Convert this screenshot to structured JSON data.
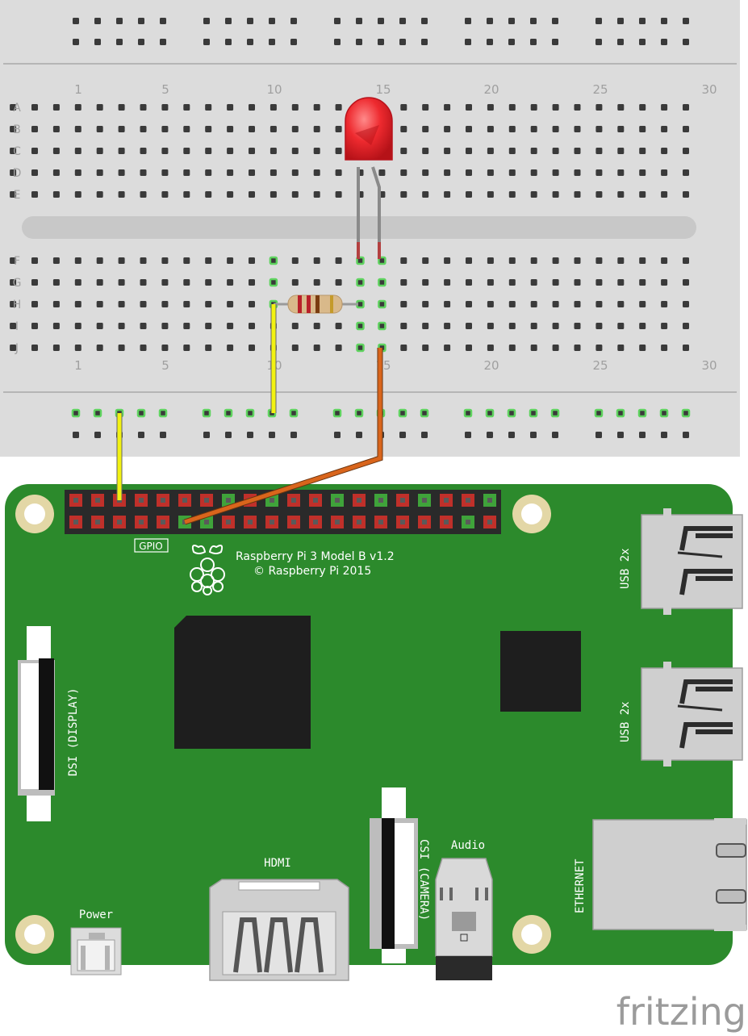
{
  "breadboard": {
    "top_numbers": [
      "1",
      "5",
      "10",
      "15",
      "20",
      "25",
      "30"
    ],
    "bottom_numbers": [
      "1",
      "5",
      "10",
      "15",
      "20",
      "25",
      "30"
    ],
    "row_letters_top": [
      "A",
      "B",
      "C",
      "D",
      "E"
    ],
    "row_letters_bottom": [
      "F",
      "G",
      "H",
      "I",
      "J"
    ]
  },
  "board": {
    "model_line1": "Raspberry Pi 3 Model B v1.2",
    "model_line2": "© Raspberry Pi 2015",
    "gpio_label": "GPIO",
    "dsi_label": "DSI (DISPLAY)",
    "csi_label": "CSI (CAMERA)",
    "hdmi_label": "HDMI",
    "power_label": "Power",
    "audio_label": "Audio",
    "usb_label_1": "USB 2x",
    "usb_label_2": "USB 2x",
    "ethernet_label": "ETHERNET",
    "colors": {
      "pcb": "#2c8a2c",
      "header_red": "#c0302a",
      "header_green": "#3fa33a"
    }
  },
  "wires": {
    "colors": {
      "yellow": "#f2f212",
      "orange": "#d9651c"
    }
  },
  "components": {
    "led_color": "#e8232a",
    "resistor_color": "#d9b98a"
  },
  "watermark": "fritzing"
}
